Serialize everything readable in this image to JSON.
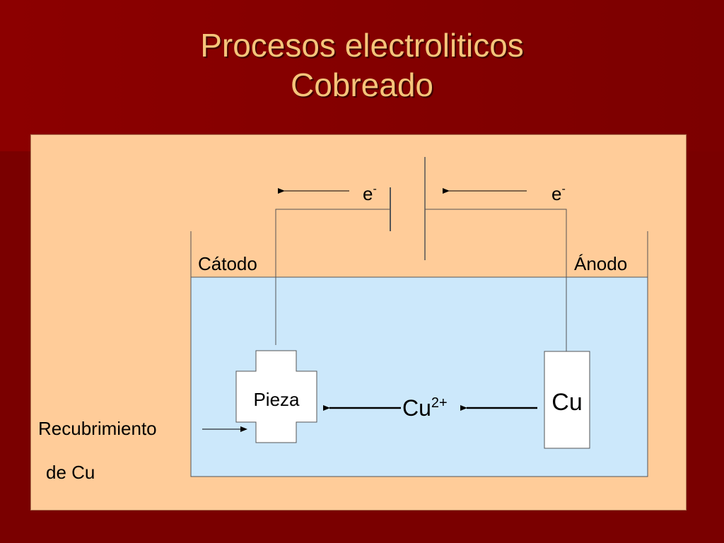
{
  "slide": {
    "title_line1": "Procesos electroliticos",
    "title_line2": "Cobreado"
  },
  "diagram": {
    "electron_left": "e",
    "electron_right": "e",
    "electron_sup": "-",
    "cathode_label": "Cátodo",
    "anode_label": "Ánodo",
    "piece_label": "Pieza",
    "anode_metal_label": "Cu",
    "ion_base": "Cu",
    "ion_charge": "2+",
    "coating_line1": "Recubrimiento",
    "coating_line2": "de Cu"
  },
  "colors": {
    "slide_background": "#7a0000",
    "title": "#f5c47a",
    "panel": "#ffcc99",
    "electrolyte": "#cce8fb"
  }
}
